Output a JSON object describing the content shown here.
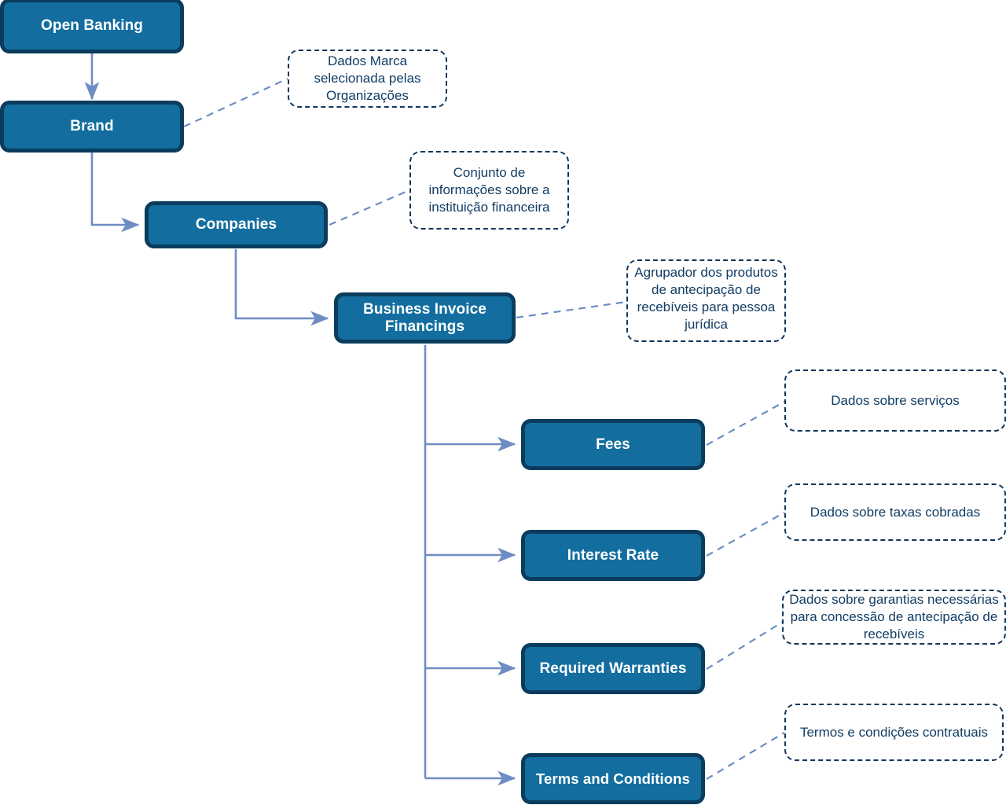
{
  "diagram": {
    "title": "Open Banking Business Invoice Financings data hierarchy",
    "colors": {
      "node_fill": "#136e9f",
      "node_border": "#0b3c5d",
      "node_text": "#ffffff",
      "note_border": "#11365a",
      "note_text": "#123d63",
      "connector": "#6e8dc4",
      "background": "#ffffff"
    },
    "nodes": [
      {
        "id": "open-banking",
        "label": "Open Banking"
      },
      {
        "id": "brand",
        "label": "Brand"
      },
      {
        "id": "companies",
        "label": "Companies"
      },
      {
        "id": "business-invoice-financings",
        "label": "Business Invoice Financings"
      },
      {
        "id": "fees",
        "label": "Fees"
      },
      {
        "id": "interest-rate",
        "label": "Interest Rate"
      },
      {
        "id": "required-warranties",
        "label": "Required Warranties"
      },
      {
        "id": "terms-and-conditions",
        "label": "Terms and Conditions"
      }
    ],
    "notes": [
      {
        "id": "note-brand",
        "text": "Dados Marca selecionada pelas Organizações"
      },
      {
        "id": "note-companies",
        "text": "Conjunto de informações sobre a instituição financeira"
      },
      {
        "id": "note-financings",
        "text": "Agrupador dos produtos de antecipação de recebíveis para pessoa jurídica"
      },
      {
        "id": "note-fees",
        "text": "Dados sobre serviços"
      },
      {
        "id": "note-interest",
        "text": "Dados sobre taxas cobradas"
      },
      {
        "id": "note-warranties",
        "text": "Dados sobre garantias necessárias para concessão de antecipação de recebíveis"
      },
      {
        "id": "note-terms",
        "text": "Termos e condições contratuais"
      }
    ],
    "edges": [
      {
        "from": "open-banking",
        "to": "brand",
        "style": "solid-arrow"
      },
      {
        "from": "brand",
        "to": "companies",
        "style": "solid-arrow"
      },
      {
        "from": "companies",
        "to": "business-invoice-financings",
        "style": "solid-arrow"
      },
      {
        "from": "business-invoice-financings",
        "to": "fees",
        "style": "solid-arrow"
      },
      {
        "from": "business-invoice-financings",
        "to": "interest-rate",
        "style": "solid-arrow"
      },
      {
        "from": "business-invoice-financings",
        "to": "required-warranties",
        "style": "solid-arrow"
      },
      {
        "from": "business-invoice-financings",
        "to": "terms-and-conditions",
        "style": "solid-arrow"
      },
      {
        "from": "brand",
        "to": "note-brand",
        "style": "dashed"
      },
      {
        "from": "companies",
        "to": "note-companies",
        "style": "dashed"
      },
      {
        "from": "business-invoice-financings",
        "to": "note-financings",
        "style": "dashed"
      },
      {
        "from": "fees",
        "to": "note-fees",
        "style": "dashed"
      },
      {
        "from": "interest-rate",
        "to": "note-interest",
        "style": "dashed"
      },
      {
        "from": "required-warranties",
        "to": "note-warranties",
        "style": "dashed"
      },
      {
        "from": "terms-and-conditions",
        "to": "note-terms",
        "style": "dashed"
      }
    ]
  }
}
